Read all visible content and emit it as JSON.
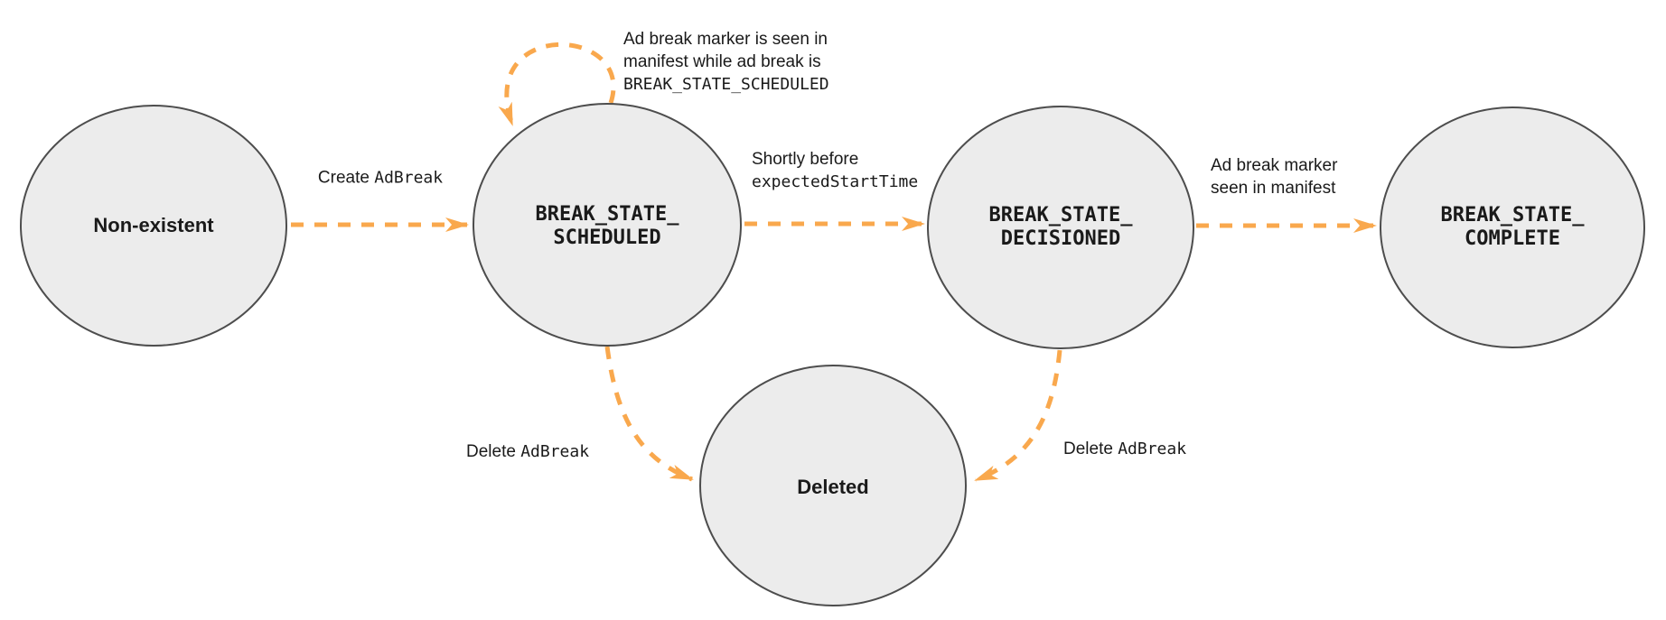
{
  "colors": {
    "arrow": "#F9A84D",
    "node_fill": "#ECECEC",
    "node_border": "#4D4D4D",
    "text": "#1A1A1A",
    "background": "#FFFFFF"
  },
  "diagram": {
    "type": "state-machine",
    "nodes": {
      "non_existent": {
        "label": "Non-existent"
      },
      "scheduled": {
        "line1": "BREAK_STATE_",
        "line2": "SCHEDULED"
      },
      "decisioned": {
        "line1": "BREAK_STATE_",
        "line2": "DECISIONED"
      },
      "complete": {
        "line1": "BREAK_STATE_",
        "line2": "COMPLETE"
      },
      "deleted": {
        "label": "Deleted"
      }
    },
    "edges": {
      "create": {
        "plain": "Create ",
        "code": "AdBreak"
      },
      "self_loop": {
        "line1": "Ad break marker is seen in",
        "line2": "manifest while ad break is",
        "code_line": "BREAK_STATE_SCHEDULED"
      },
      "shortly_before": {
        "plain": "Shortly before",
        "code": "expectedStartTime"
      },
      "marker_seen": {
        "line1": "Ad break marker",
        "line2": "seen in manifest"
      },
      "delete_left": {
        "plain": "Delete ",
        "code": "AdBreak"
      },
      "delete_right": {
        "plain": "Delete ",
        "code": "AdBreak"
      }
    }
  }
}
